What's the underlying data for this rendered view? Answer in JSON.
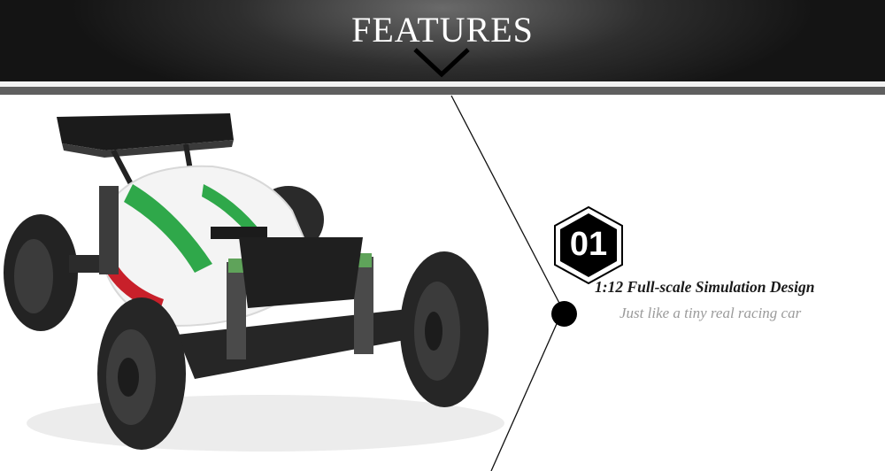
{
  "header": {
    "title": "FEATURES"
  },
  "feature": {
    "number": "01",
    "title": "1:12 Full-scale Simulation Design",
    "subtitle": "Just like a tiny real racing car"
  },
  "colors": {
    "header_dark": "#141414",
    "rule": "#5f5f5f",
    "accent_green": "#2fa84a",
    "text_dark": "#1a1a1a",
    "text_muted": "#9a9a9a"
  },
  "icons": {
    "divider": "chevron-down-icon",
    "badge": "hexagon-icon",
    "marker": "dot-icon"
  }
}
